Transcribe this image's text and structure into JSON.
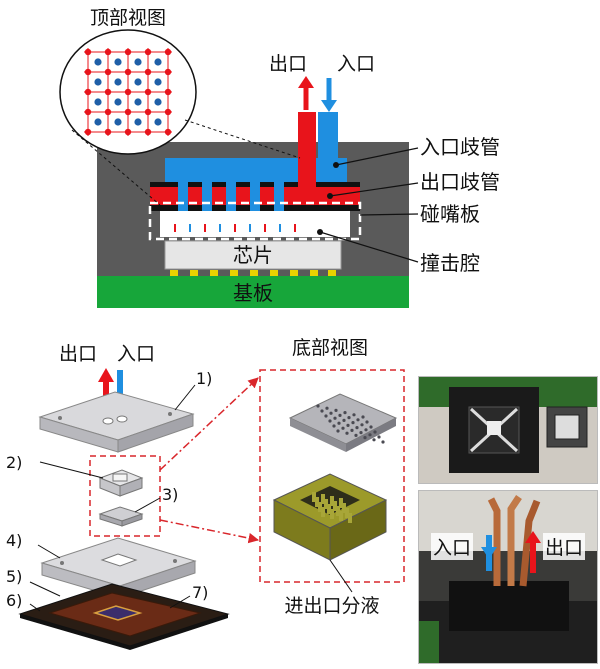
{
  "top": {
    "top_view_label": "顶部视图",
    "outlet_label": "出口",
    "inlet_label": "入口",
    "inlet_manifold": "入口歧管",
    "outlet_manifold": "出口歧管",
    "nozzle_plate": "碰嘴板",
    "impingement_cavity": "撞击腔",
    "chip": "芯片",
    "substrate": "基板"
  },
  "bottom": {
    "outlet_label": "出口",
    "inlet_label": "入口",
    "bottom_view_label": "底部视图",
    "distributor_label": "进出口分液",
    "part_labels": [
      "1)",
      "2)",
      "3)",
      "4)",
      "5)",
      "6)",
      "7)"
    ]
  },
  "photo": {
    "inlet_label": "入口",
    "outlet_label": "出口"
  },
  "colors": {
    "inlet": "#1f8fe0",
    "outlet": "#e8141b",
    "housing": "#5a5a5a",
    "substrate": "#17a63a",
    "chip": "#e6e6e6",
    "pads": "#e8d200",
    "annotation": "#d9262b"
  }
}
